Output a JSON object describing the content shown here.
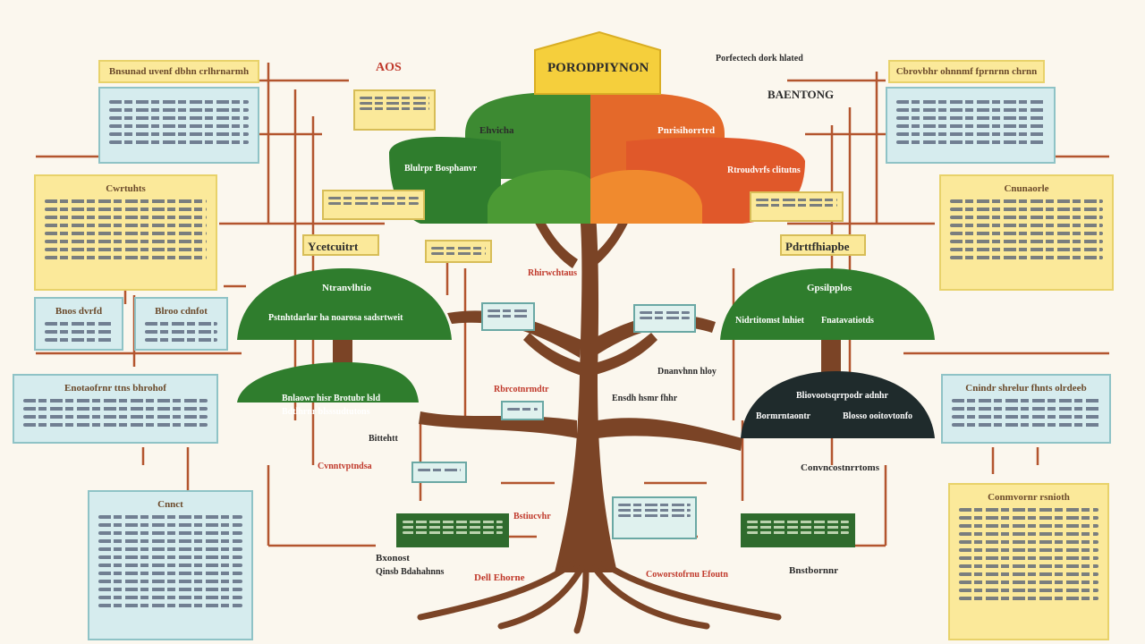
{
  "title": "PORODPIYNON",
  "labels": {
    "top_left_tag": "AOS",
    "top_right_tag": "Porfectech dork hlated",
    "right_heading": "BAENTONG",
    "canopy_left": "Ehvicha",
    "canopy_right": "Pnrisihorrtrd",
    "canopy_left_small": "Blulrpr Bosphanvr",
    "canopy_right_small": "Rtroudvrfs clitutns",
    "left_tree_title": "Ycetcuitrt",
    "left_tree_sub": "Ntranvlhtio",
    "left_tree_line": "Pstnhtdarlar ha noarosa sadsrtweit",
    "left_lower_line1": "Bnlaowr hisr Brotubr lsld",
    "left_lower_line2": "Bdtlhrnr blsssudtutons",
    "right_tree_title": "Pdrttfhiapbe",
    "right_tree_sub": "Gpsilpplos",
    "right_tree_line1": "Nidrtitomst lnhiet",
    "right_tree_line2": "Fnatavatiotds",
    "right_lower_title": "Bliovootsqrrpodr adnhr",
    "right_lower_1": "Bormrntaontr",
    "right_lower_2": "Blosso ooitovtonfo",
    "mid_left_1": "Rbrcotnrmdtr",
    "mid_right_1": "Ensdh hsmr fhhr",
    "mid_bottom_right": "Convncostnrrtoms",
    "bottom_left_tag": "Bxonost",
    "bottom_left_tag2": "Qinsb Bdahahnns",
    "bottom_center_tag": "Dell Ehorne",
    "bottom_center_right": "Coworstofrnu Efoutn",
    "bottom_right_tag": "Bnstbornnr",
    "small_left": "Bittehtt",
    "small_mid_left": "Cvnntvptndsa",
    "small_mid": "Rhirwchtaus",
    "small_mid2": "Bstiucvhr",
    "mid_center": "Dnanvhnn hloy"
  },
  "panels": {
    "top_left": "Bnsunad uvenf dbhn crlhrnarmh",
    "top_right": "Cbrovbhr ohnnmf fprnrnn chrnn",
    "left_mid": "Cwrtuhts",
    "right_mid": "Cnunaorle",
    "left_small_a": "Bnos dvrfd",
    "left_small_b": "Blroo cdnfot",
    "left_wide": "Enotaofrnr ttns bhrohof",
    "right_wide": "Cnindr shrelur fhnts olrdeeb",
    "bottom_left": "Cnnct",
    "bottom_right": "Conmvornr rsnioth"
  },
  "colors": {
    "bark": "#7b4426",
    "canopy_green": "#2f7d2d",
    "canopy_orange": "#e4692a",
    "panel_cyan": "#d6ecee",
    "panel_yellow": "#fbe99a",
    "connector": "#b3552e"
  }
}
